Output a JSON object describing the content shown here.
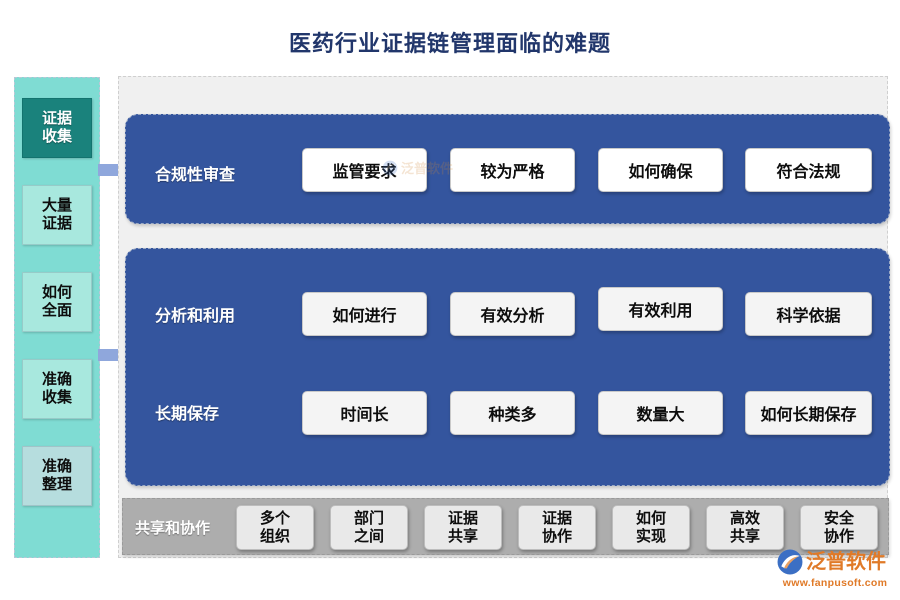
{
  "title": "医药行业证据链管理面临的难题",
  "colors": {
    "title": "#21366B",
    "sidebar_bg": "#7FDCD3",
    "sidebar_primary": "#1A827C",
    "sidebar_mint": "#A8E8DE",
    "panel_blue": "#34559E",
    "canvas_gray": "#F0F0F0",
    "collab_gray": "#ADADAD",
    "arrow_blue": "#8FA7DC",
    "logo_orange": "#E07A28"
  },
  "sidebar": {
    "items": [
      {
        "line1": "证据",
        "line2": "收集",
        "style": "primary"
      },
      {
        "line1": "大量",
        "line2": "证据",
        "style": "mint"
      },
      {
        "line1": "如何",
        "line2": "全面",
        "style": "mint"
      },
      {
        "line1": "准确",
        "line2": "收集",
        "style": "mint"
      },
      {
        "line1": "准确",
        "line2": "整理",
        "style": "blueish"
      }
    ]
  },
  "arrows": [
    {
      "name": "arrow-to-compliance"
    },
    {
      "name": "arrow-to-analysis"
    }
  ],
  "panels": [
    {
      "label": "合规性审查",
      "chips": [
        "监管要求",
        "较为严格",
        "如何确保",
        "符合法规"
      ]
    },
    {
      "label": "分析和利用",
      "chips": [
        "如何进行",
        "有效分析",
        "有效利用",
        "科学依据"
      ]
    },
    {
      "label": "长期保存",
      "chips": [
        "时间长",
        "种类多",
        "数量大",
        "如何长期保存"
      ]
    }
  ],
  "collaboration": {
    "label": "共享和协作",
    "chips": [
      {
        "line1": "多个",
        "line2": "组织"
      },
      {
        "line1": "部门",
        "line2": "之间"
      },
      {
        "line1": "证据",
        "line2": "共享"
      },
      {
        "line1": "证据",
        "line2": "协作"
      },
      {
        "line1": "如何",
        "line2": "实现"
      },
      {
        "line1": "高效",
        "line2": "共享"
      },
      {
        "line1": "安全",
        "line2": "协作"
      }
    ]
  },
  "branding": {
    "name": "泛普软件",
    "url": "www.fanpusoft.com",
    "watermark_text": "泛普软件"
  }
}
